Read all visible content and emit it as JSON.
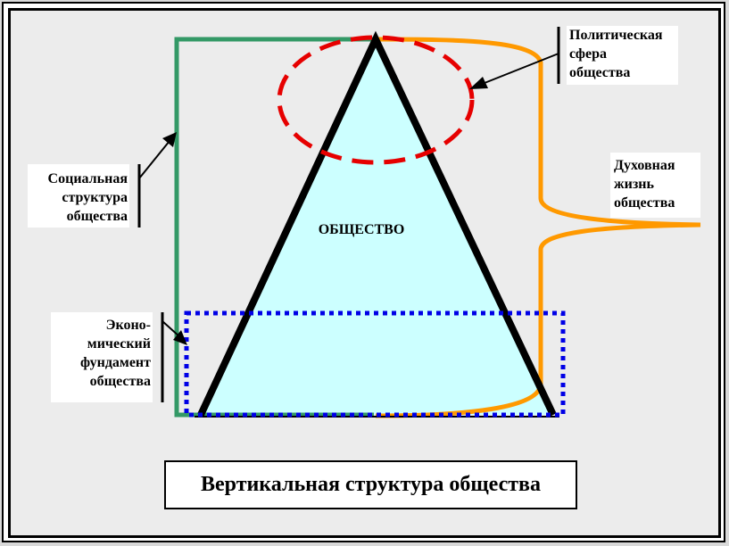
{
  "center_label": "ОБЩЕСТВО",
  "title": "Вертикальная структура общества",
  "labels": {
    "political": [
      "Политическая",
      "сфера",
      "общества"
    ],
    "spiritual": [
      "Духовная",
      "жизнь",
      "общества"
    ],
    "social": [
      "Социальная",
      "структура",
      "общества"
    ],
    "economic": [
      "Эконо-",
      "мический",
      "фундамент",
      "общества"
    ]
  },
  "colors": {
    "triangle_fill": "#ccffff",
    "social_line": "#339966",
    "spiritual_line": "#ff9900",
    "political_ellipse": "#e60000",
    "economic_box": "#0000e6"
  }
}
